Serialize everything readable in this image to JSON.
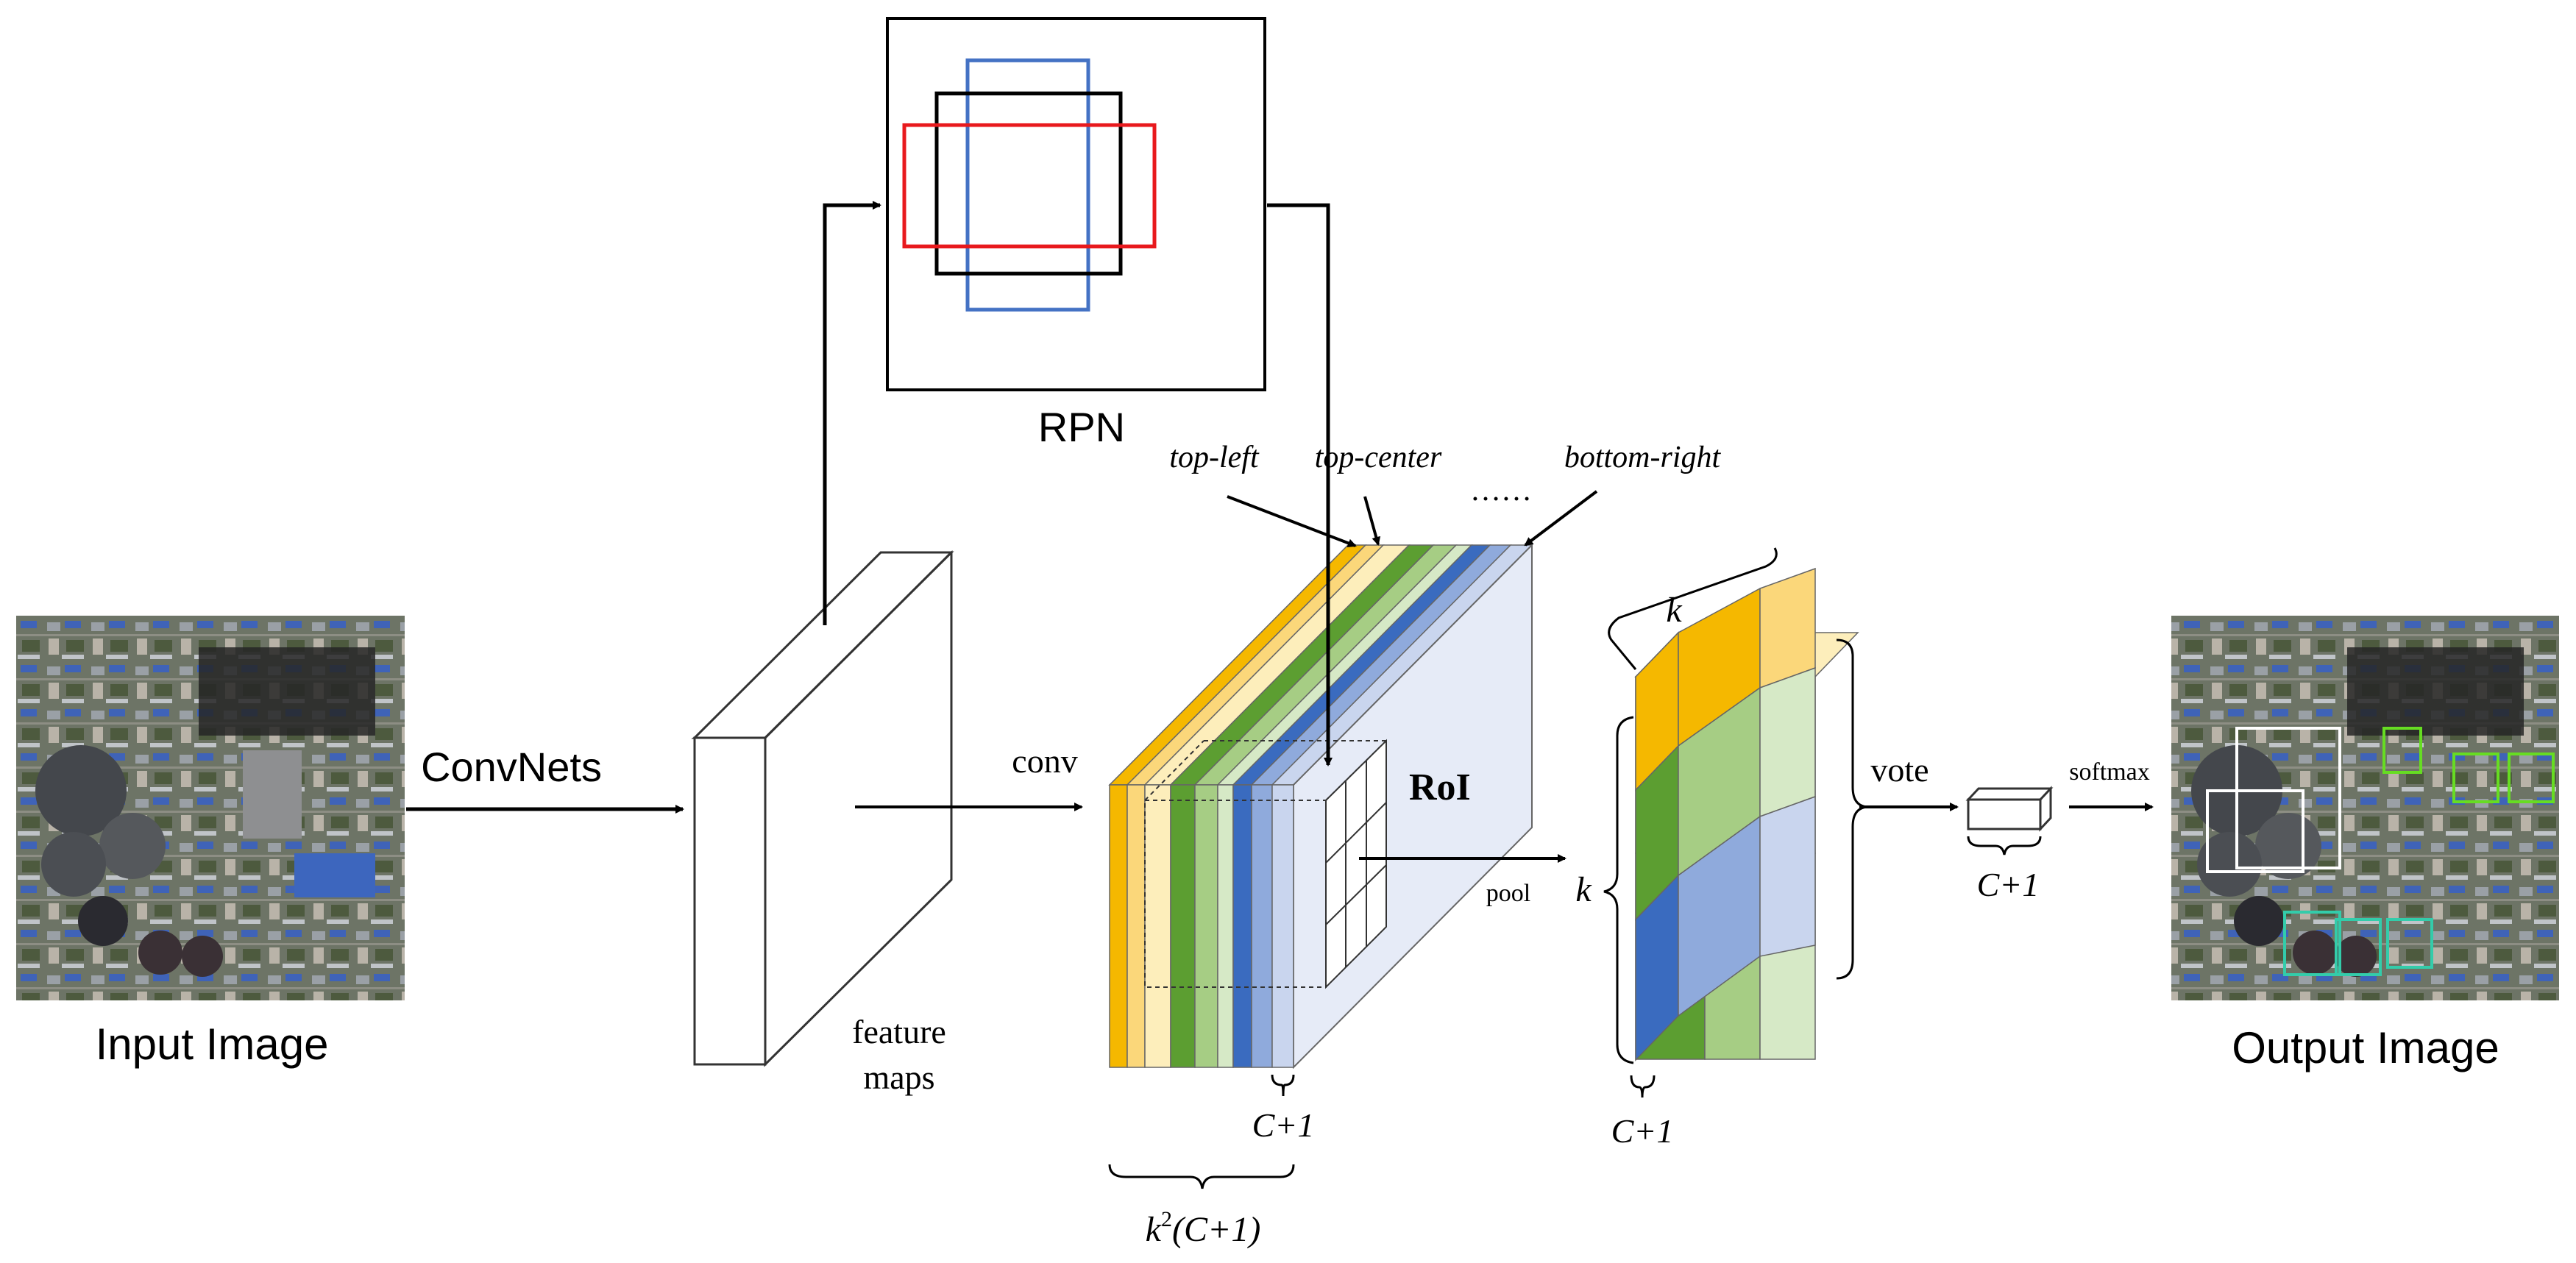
{
  "labels": {
    "input_image": "Input Image",
    "convnets": "ConvNets",
    "feature_maps_line1": "feature",
    "feature_maps_line2": "maps",
    "rpn": "RPN",
    "conv": "conv",
    "top_left": "top-left",
    "top_center": "top-center",
    "ellipsis": "……",
    "bottom_right": "bottom-right",
    "roi": "RoI",
    "pool": "pool",
    "c_plus_1_stack": "C+1",
    "k2_c_plus_1_k": "k",
    "k2_c_plus_1_sup": "2",
    "k2_c_plus_1_rest": "(C+1)",
    "k_top": "k",
    "k_side": "k",
    "c_plus_1_grid": "C+1",
    "vote": "vote",
    "c_plus_1_vector": "C+1",
    "softmax": "softmax",
    "output_image": "Output Image"
  },
  "colors": {
    "orange": "#f5b800",
    "orange_light": "#fbd77a",
    "orange_pale": "#fdeebb",
    "green": "#5c9e31",
    "green_light": "#a6cd84",
    "green_pale": "#d6e9c6",
    "blue": "#3a6bbf",
    "blue_light": "#8faadc",
    "blue_pale": "#c9d5ee",
    "blue_face": "#e6ebf7",
    "rpn_red": "#e8191d",
    "rpn_blue": "#4472c4",
    "detection_white": "#ffffff",
    "detection_green": "#66dd22",
    "detection_teal": "#33ccaa"
  },
  "icons": {
    "input_image": "aerial-satellite-photo",
    "output_image": "aerial-satellite-photo-with-detections"
  }
}
